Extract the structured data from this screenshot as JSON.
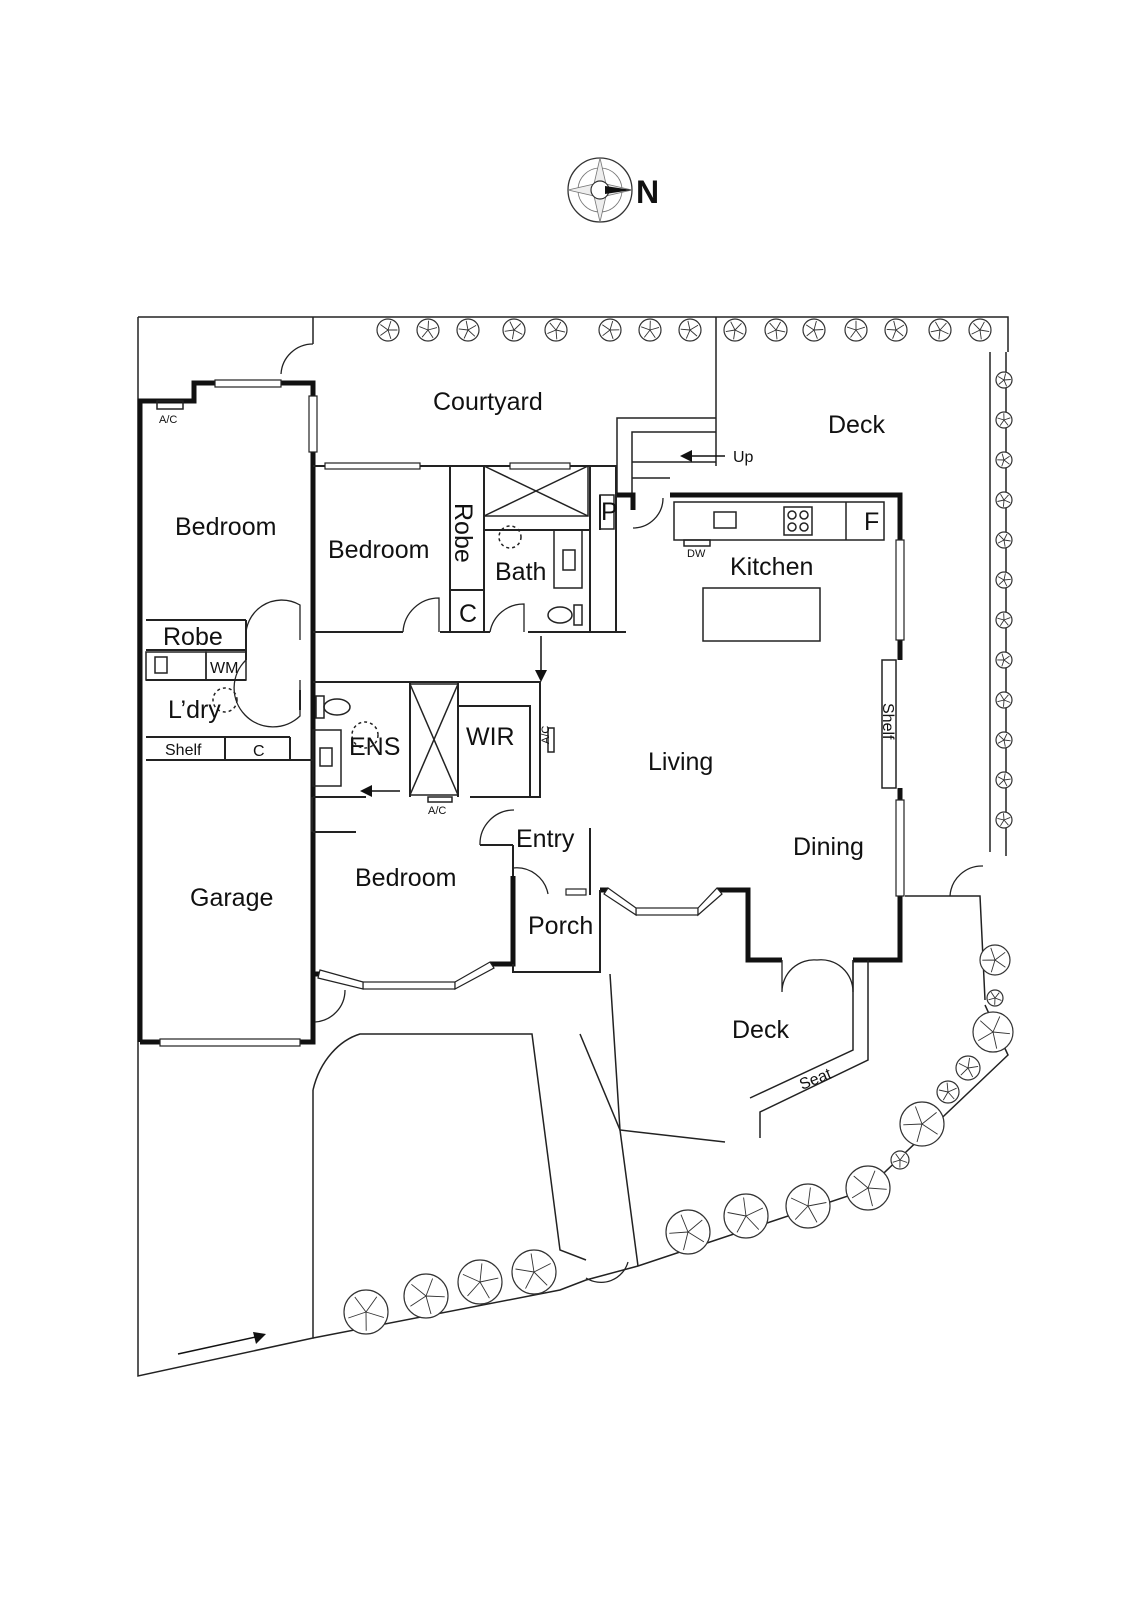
{
  "compass": {
    "label": "N",
    "icon": "north-arrow-icon"
  },
  "rooms": {
    "courtyard": "Courtyard",
    "deck_north": "Deck",
    "bedroom_west": "Bedroom",
    "bedroom_middle": "Bedroom",
    "robe_vertical": "Robe",
    "bath": "Bath",
    "pantry": "P",
    "cupboard_bath": "C",
    "kitchen": "Kitchen",
    "fridge": "F",
    "dishwasher": "DW",
    "robe_laundry": "Robe",
    "washing_machine": "WM",
    "laundry": "L’dry",
    "shelf_laundry": "Shelf",
    "cupboard_laundry": "C",
    "ensuite": "ENS",
    "wir": "WIR",
    "ac_wir": "A/C",
    "ac_ens": "A/C",
    "ac_bedroom": "A/C",
    "living": "Living",
    "shelf_living": "Shelf",
    "dining": "Dining",
    "entry": "Entry",
    "bedroom_south": "Bedroom",
    "porch": "Porch",
    "garage": "Garage",
    "deck_south": "Deck",
    "seat": "Seat",
    "stairs_up": "Up"
  }
}
